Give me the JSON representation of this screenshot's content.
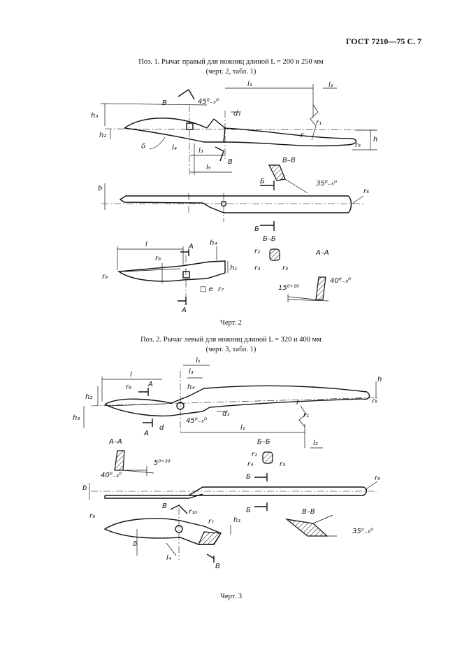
{
  "header": {
    "title": "ГОСТ 7210—75 С. 7"
  },
  "pos1": {
    "caption_line1": "Поз. 1. Рычаг правый для ножниц длиной L = 200 и 250 мм",
    "caption_line2": "(черт. 2, табл. 1)",
    "figure_label": "Черт. 2",
    "labels": {
      "B_left": "В",
      "B_right": "В",
      "angle": "45⁰₋₅⁰",
      "l1": "l₁",
      "l2": "l₂",
      "d1": "d₁",
      "h3": "h₃",
      "h2": "h₂",
      "delta": "δ",
      "l4": "l₄",
      "l3": "l₃",
      "l5": "l₅",
      "r": "r",
      "r1": "r₁",
      "r5": "r₅",
      "h": "h",
      "section_BB": "В–В",
      "angle_35": "35⁰₋₅⁰",
      "b": "b",
      "b_mark": "Б",
      "r6": "r₆",
      "b_mark2": "Б",
      "section_bb": "Б–Б",
      "l": "l",
      "r8": "r₈",
      "a_mark": "А",
      "h4": "h₄",
      "h1": "h₁",
      "r9": "r₉",
      "e_mark": "□ e",
      "r7": "r₇",
      "a_mark2": "А",
      "r2": "r₂",
      "r4": "r₄",
      "r3": "r₃",
      "section_AA": "А–А",
      "angle_15": "15⁰⁺²⁰",
      "angle_40": "40⁰₋₃⁰"
    }
  },
  "pos2": {
    "caption_line1": "Поз. 2. Рычаг левый для ножниц длиной L = 320 и 400 мм",
    "caption_line2": "(черт. 3, табл. 1)",
    "figure_label": "Черт. 3",
    "labels": {
      "l5": "l₅",
      "l3": "l₃",
      "l": "l",
      "r8": "r₈",
      "a_mark": "А",
      "h4": "h₄",
      "h2": "h₂",
      "h": "h",
      "r": "r",
      "r1": "r₁",
      "r5": "r₅",
      "h3": "h₃",
      "angle_45": "45⁰₋₅⁰",
      "d1": "d₁",
      "a_mark2": "А",
      "d": "d",
      "l1": "l₁",
      "section_AA": "А–А",
      "section_bb": "Б–Б",
      "l2": "l₂",
      "r2": "r₂",
      "r4": "r₄",
      "r3": "r₃",
      "angle_5": "5⁰⁺²⁰",
      "angle_40": "40⁰₋₃⁰",
      "b_mark": "Б",
      "b": "b",
      "r6": "r₆",
      "b_mark2": "Б",
      "B_mark": "В",
      "r10": "r₁₀",
      "r7": "r₇",
      "h1": "h₁",
      "r9": "r₉",
      "section_BB": "В–В",
      "delta": "δ",
      "l4": "l₄",
      "B_mark2": "В",
      "angle_35": "35⁰₋₅⁰"
    }
  }
}
